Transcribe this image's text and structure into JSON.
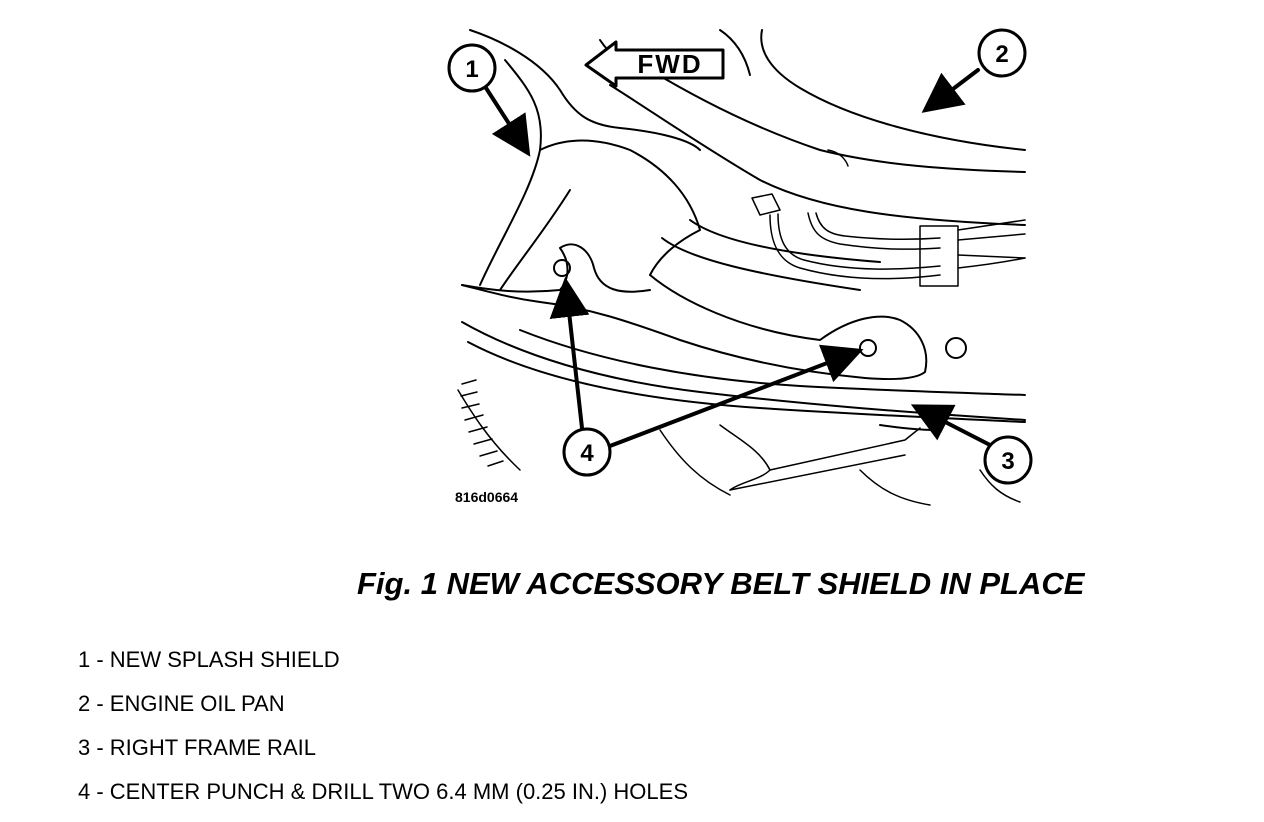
{
  "figure": {
    "fwd_label": "FWD",
    "image_code": "816d0664",
    "callouts": [
      "1",
      "2",
      "3",
      "4"
    ],
    "caption": "Fig. 1 NEW ACCESSORY BELT SHIELD IN PLACE"
  },
  "legend": {
    "items": [
      "1 - NEW SPLASH SHIELD",
      "2 - ENGINE OIL PAN",
      "3 - RIGHT FRAME RAIL",
      "4 - CENTER PUNCH & DRILL TWO 6.4 MM (0.25 IN.) HOLES"
    ]
  }
}
